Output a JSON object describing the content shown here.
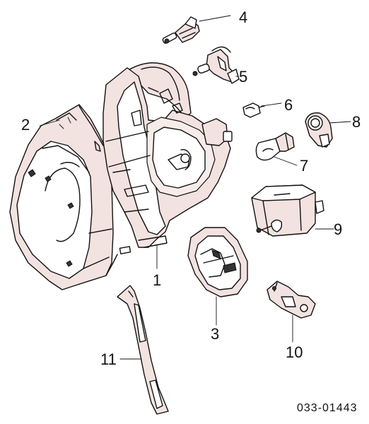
{
  "diagram": {
    "part_callouts": [
      {
        "id": "c1",
        "label": "1"
      },
      {
        "id": "c2",
        "label": "2"
      },
      {
        "id": "c3",
        "label": "3"
      },
      {
        "id": "c4",
        "label": "4"
      },
      {
        "id": "c5",
        "label": "5"
      },
      {
        "id": "c6",
        "label": "6"
      },
      {
        "id": "c7",
        "label": "7"
      },
      {
        "id": "c8",
        "label": "8"
      },
      {
        "id": "c9",
        "label": "9"
      },
      {
        "id": "c10",
        "label": "10"
      },
      {
        "id": "c11",
        "label": "11"
      }
    ],
    "diagram_code": "033-01443"
  },
  "colors": {
    "line": "#111111",
    "part_tint": "#f2e2e0",
    "background": "#ffffff"
  }
}
